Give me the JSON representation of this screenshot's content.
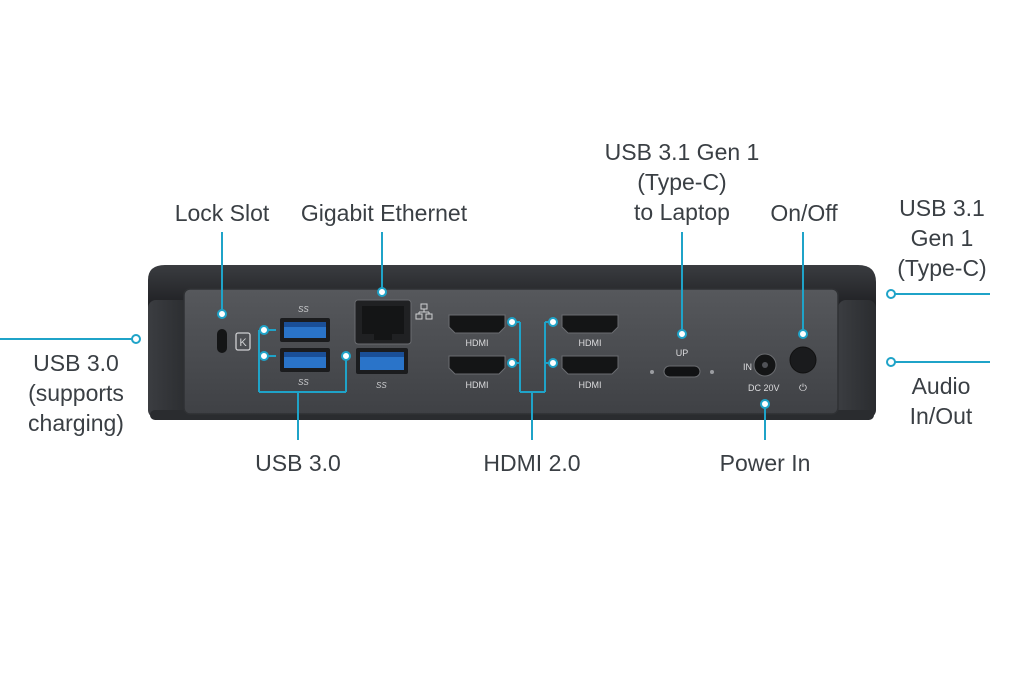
{
  "colors": {
    "callout": "#1fa3c8",
    "housing": "#2a2c2f",
    "panel": "#4a4c50",
    "label": "#3a3f44"
  },
  "callouts": {
    "lock_slot": [
      "Lock Slot"
    ],
    "gigabit_ethernet": [
      "Gigabit Ethernet"
    ],
    "usb31_laptop": [
      "USB 3.1 Gen 1",
      "(Type-C)",
      "to Laptop"
    ],
    "on_off": [
      "On/Off"
    ],
    "usb31_side": [
      "USB 3.1",
      "Gen 1",
      "(Type-C)"
    ],
    "usb30_charging": [
      "USB 3.0",
      "(supports",
      "charging)"
    ],
    "usb30_front": [
      "USB 3.0"
    ],
    "hdmi20": [
      "HDMI 2.0"
    ],
    "power_in": [
      "Power In"
    ],
    "audio": [
      "Audio",
      "In/Out"
    ]
  },
  "device_markings": {
    "hdmi": "HDMI",
    "up": "UP",
    "in": "IN",
    "dc": "DC 20V",
    "ss": "SS",
    "kensington": "K",
    "power_symbol": "⏻"
  }
}
